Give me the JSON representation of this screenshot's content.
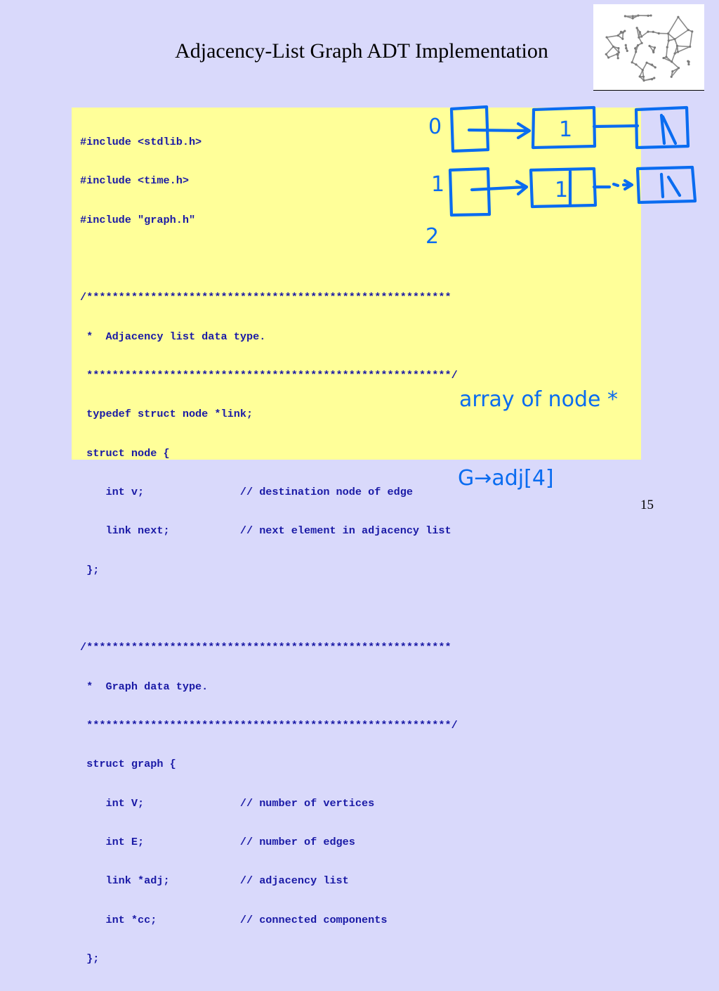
{
  "slide": {
    "title": "Adjacency-List Graph ADT Implementation",
    "page_number": "15"
  },
  "code": {
    "lines": [
      "#include <stdlib.h>",
      "#include <time.h>",
      "#include \"graph.h\"",
      "",
      "/*********************************************************",
      " *  Adjacency list data type.",
      " *********************************************************/",
      " typedef struct node *link;",
      " struct node {",
      "    int v;               // destination node of edge",
      "    link next;           // next element in adjacency list",
      " };",
      "",
      "/*********************************************************",
      " *  Graph data type.",
      " *********************************************************/",
      " struct graph {",
      "    int V;               // number of vertices",
      "    int E;               // number of edges",
      "    link *adj;           // adjacency list",
      "    int *cc;             // connected components",
      " };"
    ]
  },
  "annotations": {
    "row_labels": [
      "0",
      "1",
      "2"
    ],
    "node_values": [
      "1",
      "1"
    ],
    "note_array": "array of node *",
    "note_access": "G→adj[4]"
  },
  "colors": {
    "background": "#d9d9fb",
    "code_box": "#ffff99",
    "code_text": "#1a1aa6",
    "ink": "#0a6cf0"
  },
  "icons": {
    "logo": "graph-network-icon"
  }
}
